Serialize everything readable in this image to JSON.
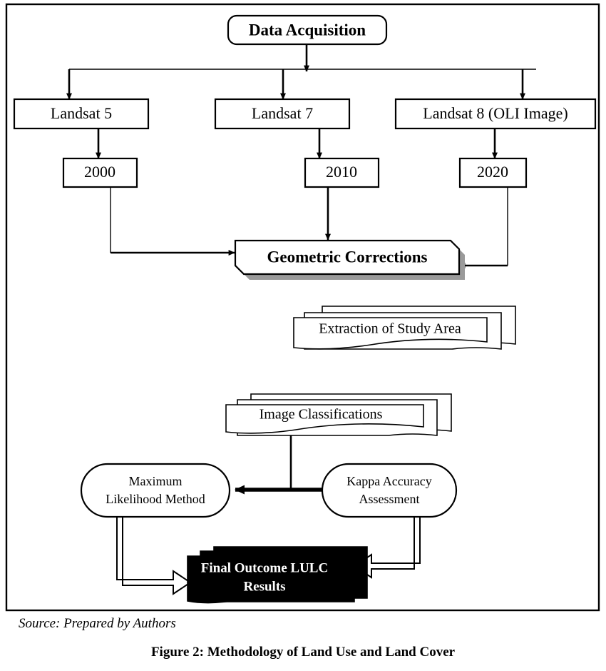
{
  "figure": {
    "source_note": "Source: Prepared by Authors",
    "caption": "Figure 2: Methodology of Land Use and Land Cover"
  },
  "colors": {
    "stroke": "#000000",
    "fill": "#ffffff",
    "shadow": "#9a9a9a",
    "outcome_fill": "#000000",
    "outcome_text": "#ffffff"
  },
  "nodes": {
    "data_acquisition": {
      "label": "Data Acquisition",
      "shape": "rounded-rect"
    },
    "landsat5": {
      "label": "Landsat 5",
      "shape": "rect"
    },
    "landsat7": {
      "label": "Landsat 7",
      "shape": "rect"
    },
    "landsat8": {
      "label": "Landsat 8 (OLI Image)",
      "shape": "rect"
    },
    "year2000": {
      "label": "2000",
      "shape": "rect"
    },
    "year2010": {
      "label": "2010",
      "shape": "rect"
    },
    "year2020": {
      "label": "2020",
      "shape": "rect"
    },
    "geometric_corrections": {
      "label": "Geometric Corrections",
      "shape": "beveled-rect-shadow"
    },
    "extraction": {
      "label": "Extraction of Study Area",
      "shape": "stacked-document"
    },
    "image_classifications": {
      "label": "Image Classifications",
      "shape": "stacked-document"
    },
    "maximum_likelihood": {
      "label_line1": "Maximum",
      "label_line2": "Likelihood Method",
      "shape": "stadium"
    },
    "kappa_accuracy": {
      "label_line1": "Kappa Accuracy",
      "label_line2": "Assessment",
      "shape": "stadium"
    },
    "final_outcome": {
      "label_line1": "Final Outcome LULC",
      "label_line2": "Results",
      "shape": "stacked-document-filled"
    }
  },
  "chart_data": {
    "type": "diagram",
    "title": "Figure 2: Methodology of Land Use and Land Cover",
    "diagram_kind": "flowchart",
    "nodes": [
      {
        "id": "data_acquisition",
        "label": "Data Acquisition",
        "shape": "rounded-rect",
        "level": 0
      },
      {
        "id": "landsat5",
        "label": "Landsat 5",
        "shape": "rect",
        "level": 1
      },
      {
        "id": "landsat7",
        "label": "Landsat 7",
        "shape": "rect",
        "level": 1
      },
      {
        "id": "landsat8",
        "label": "Landsat 8 (OLI Image)",
        "shape": "rect",
        "level": 1
      },
      {
        "id": "year2000",
        "label": "2000",
        "shape": "rect",
        "level": 2
      },
      {
        "id": "year2010",
        "label": "2010",
        "shape": "rect",
        "level": 2
      },
      {
        "id": "year2020",
        "label": "2020",
        "shape": "rect",
        "level": 2
      },
      {
        "id": "geometric_corrections",
        "label": "Geometric Corrections",
        "shape": "beveled-rect-shadow",
        "level": 3
      },
      {
        "id": "extraction",
        "label": "Extraction of Study Area",
        "shape": "stacked-document",
        "level": 4
      },
      {
        "id": "image_classifications",
        "label": "Image Classifications",
        "shape": "stacked-document",
        "level": 5
      },
      {
        "id": "maximum_likelihood",
        "label": "Maximum Likelihood Method",
        "shape": "stadium",
        "level": 6
      },
      {
        "id": "kappa_accuracy",
        "label": "Kappa Accuracy Assessment",
        "shape": "stadium",
        "level": 6
      },
      {
        "id": "final_outcome",
        "label": "Final Outcome LULC Results",
        "shape": "stacked-document-filled",
        "level": 7
      }
    ],
    "edges": [
      {
        "from": "data_acquisition",
        "to": "landsat5",
        "style": "solid-arrow"
      },
      {
        "from": "data_acquisition",
        "to": "landsat7",
        "style": "solid-arrow"
      },
      {
        "from": "data_acquisition",
        "to": "landsat8",
        "style": "solid-arrow"
      },
      {
        "from": "landsat5",
        "to": "year2000",
        "style": "solid-arrow"
      },
      {
        "from": "landsat7",
        "to": "year2010",
        "style": "solid-arrow"
      },
      {
        "from": "landsat8",
        "to": "year2020",
        "style": "solid-arrow"
      },
      {
        "from": "year2000",
        "to": "geometric_corrections",
        "style": "elbow-arrow"
      },
      {
        "from": "year2010",
        "to": "geometric_corrections",
        "style": "solid-arrow"
      },
      {
        "from": "year2020",
        "to": "geometric_corrections",
        "style": "elbow-arrow"
      },
      {
        "from": "image_classifications",
        "to": "maximum_likelihood",
        "style": "thick-double-arrow"
      },
      {
        "from": "image_classifications",
        "to": "kappa_accuracy",
        "style": "thick-double-arrow"
      },
      {
        "from": "maximum_likelihood",
        "to": "final_outcome",
        "style": "hollow-block-arrow"
      },
      {
        "from": "kappa_accuracy",
        "to": "final_outcome",
        "style": "hollow-block-arrow"
      }
    ]
  }
}
